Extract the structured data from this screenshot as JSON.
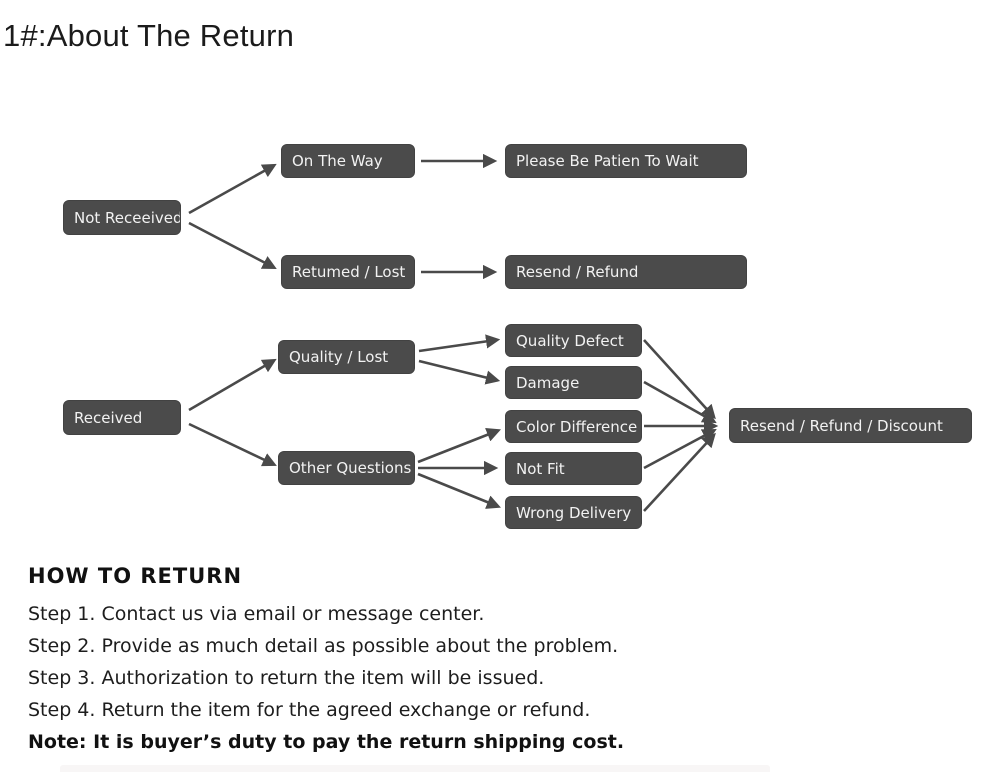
{
  "page": {
    "title": "1#:About The Return"
  },
  "flowchart": {
    "box_fill_color": "#4b4b4b",
    "box_text_color": "#f2f2f2",
    "arrow_color": "#4a4a4a",
    "boxes": {
      "not_received": "Not Receeived",
      "on_the_way": "On The Way",
      "returned_lost": "Retumed / Lost",
      "please_wait": "Please Be Patien To Wait",
      "resend_refund": "Resend / Refund",
      "received": "Received",
      "quality_lost": "Quality / Lost",
      "other_questions": "Other Questions",
      "quality_defect": "Quality Defect",
      "damage": "Damage",
      "color_difference": "Color Difference",
      "not_fit": "Not Fit",
      "wrong_delivery": "Wrong Delivery",
      "resend_refund_discount": "Resend / Refund / Discount"
    },
    "edges": [
      {
        "from": "Not Receeived",
        "to": "On The Way"
      },
      {
        "from": "Not Receeived",
        "to": "Retumed / Lost"
      },
      {
        "from": "On The Way",
        "to": "Please Be Patien To Wait"
      },
      {
        "from": "Retumed / Lost",
        "to": "Resend / Refund"
      },
      {
        "from": "Received",
        "to": "Quality / Lost"
      },
      {
        "from": "Received",
        "to": "Other Questions"
      },
      {
        "from": "Quality / Lost",
        "to": "Quality Defect"
      },
      {
        "from": "Quality / Lost",
        "to": "Damage"
      },
      {
        "from": "Other Questions",
        "to": "Color Difference"
      },
      {
        "from": "Other Questions",
        "to": "Not Fit"
      },
      {
        "from": "Other Questions",
        "to": "Wrong Delivery"
      },
      {
        "from": "Quality Defect",
        "to": "Resend / Refund / Discount"
      },
      {
        "from": "Damage",
        "to": "Resend / Refund / Discount"
      },
      {
        "from": "Color Difference",
        "to": "Resend / Refund / Discount"
      },
      {
        "from": "Not Fit",
        "to": "Resend / Refund / Discount"
      },
      {
        "from": "Wrong Delivery",
        "to": "Resend / Refund / Discount"
      }
    ]
  },
  "how_to_return": {
    "heading": "HOW TO RETURN",
    "steps": [
      "Step 1. Contact us via email or message center.",
      "Step 2. Provide as much detail as possible about the problem.",
      "Step 3. Authorization to return the item will be issued.",
      "Step 4. Return the item for the agreed exchange or refund."
    ],
    "note": "Note: It is buyer’s duty to pay the return shipping cost."
  }
}
